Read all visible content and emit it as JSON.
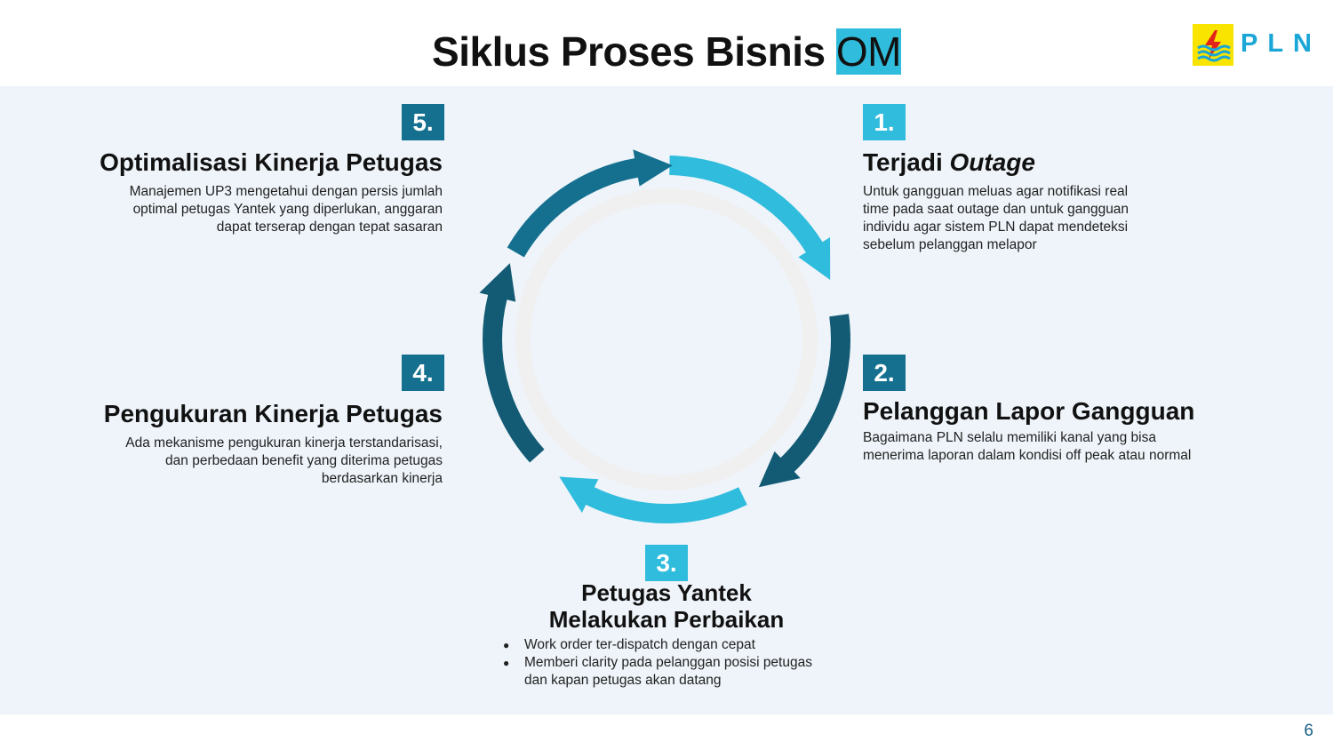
{
  "header": {
    "title_bold": "Siklus Proses Bisnis",
    "title_light": "OM",
    "logo_text": "PLN",
    "logo_icon": "lightning-bolt-icon"
  },
  "colors": {
    "dark_teal": "#15708f",
    "darker_teal": "#135b74",
    "light_cyan": "#30bcdc",
    "panel_bg": "#eef4fa",
    "logo_yellow": "#f9e400",
    "logo_blue": "#1aa6d6"
  },
  "steps": [
    {
      "number": "1.",
      "title": "Terjadi",
      "title_italic": "Outage",
      "desc_lines": [
        "Untuk gangguan meluas agar notifikasi real",
        "time pada saat outage dan untuk gangguan",
        "individu agar sistem PLN dapat mendeteksi",
        "sebelum pelanggan melapor"
      ]
    },
    {
      "number": "2.",
      "title": "Pelanggan Lapor Gangguan",
      "desc_lines": [
        "Bagaimana PLN selalu memiliki kanal yang bisa",
        "menerima laporan dalam kondisi off peak atau normal"
      ]
    },
    {
      "number": "3.",
      "title_lines": [
        "Petugas Yantek",
        "Melakukan Perbaikan"
      ],
      "bullets": [
        "Work order ter-dispatch dengan cepat",
        "Memberi clarity pada pelanggan posisi petugas dan kapan petugas akan datang"
      ]
    },
    {
      "number": "4.",
      "title": "Pengukuran Kinerja Petugas",
      "desc_lines": [
        "Ada mekanisme pengukuran kinerja terstandarisasi,",
        "dan perbedaan benefit yang diterima petugas",
        "berdasarkan kinerja"
      ]
    },
    {
      "number": "5.",
      "title": "Optimalisasi  Kinerja Petugas",
      "desc_lines": [
        "Manajemen UP3 mengetahui dengan persis jumlah",
        "optimal petugas Yantek yang diperlukan, anggaran",
        "dapat terserap dengan tepat sasaran"
      ]
    }
  ],
  "page_number": "6"
}
